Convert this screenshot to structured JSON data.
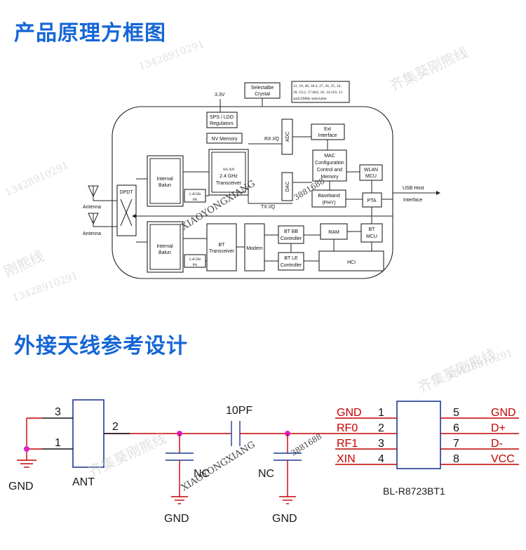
{
  "titles": {
    "block_diagram": "产品原理方框图",
    "antenna_design": "外接天线参考设计"
  },
  "block": {
    "v33": "3.3V",
    "crystal_l1": "Selectalbe",
    "crystal_l2": "Crystal",
    "freq_l1": "12, 18, 40, 38.4, 27, 26, 25, 24,",
    "freq_l2": "20, 19.2, 17.664, 16, 14.318, 13",
    "freq_l3": "and12MHz selectable",
    "sps_l1": "SPS / LDO",
    "sps_l2": "Regulators",
    "nv": "NV Memory",
    "rxiq": "RX I/Q",
    "txiq": "TX I/Q",
    "adc": "ADC",
    "dac": "DAC",
    "ext_l1": "Ext",
    "ext_l2": "Interface",
    "mac_l1": "MAC",
    "mac_l2": "Configuration",
    "mac_l3": "Control and",
    "mac_l4": "Memory",
    "wlanmcu_l1": "WLAN",
    "wlanmcu_l2": "MCU",
    "bb_l1": "Baseband",
    "bb_l2": "(PHY)",
    "pta": "PTA",
    "usb_l1": "USB Host",
    "usb_l2": "Interface",
    "wlan_tr_l1": "WLAN",
    "wlan_tr_l2": "2.4 GHz",
    "wlan_tr_l3": "Transceiver",
    "pa1_l1": "2.4GHz",
    "pa1_l2": "PA",
    "pa2_l1": "2.4GHz",
    "pa2_l2": "PA",
    "balun1_l1": "Internal",
    "balun1_l2": "Balun",
    "balun2_l1": "Internal",
    "balun2_l2": "Balun",
    "dpdt": "DPDT",
    "antenna1": "Antenna",
    "antenna2": "Antenna",
    "bt_tr_l1": "BT",
    "bt_tr_l2": "Transceiver",
    "modem": "Modem",
    "btbb_l1": "BT BB",
    "btbb_l2": "Controller",
    "btle_l1": "BT LE",
    "btle_l2": "Controller",
    "ram": "RAM",
    "btmcu_l1": "BT",
    "btmcu_l2": "MCU",
    "hci": "HCI"
  },
  "schematic": {
    "ant_pin3": "3",
    "ant_pin1": "1",
    "ant_pin2": "2",
    "ant_label": "ANT",
    "gnd_left": "GND",
    "cap_value": "10PF",
    "nc1": "NC",
    "nc2": "NC",
    "gnd_mid": "GND",
    "gnd_right": "GND",
    "chip_label": "BL-R8723BT1",
    "left_pins": [
      {
        "net": "GND",
        "num": "1"
      },
      {
        "net": "RF0",
        "num": "2"
      },
      {
        "net": "RF1",
        "num": "3"
      },
      {
        "net": "XIN",
        "num": "4"
      }
    ],
    "right_pins": [
      {
        "num": "5",
        "net": "GND"
      },
      {
        "num": "6",
        "net": "D+"
      },
      {
        "num": "7",
        "net": "D-"
      },
      {
        "num": "8",
        "net": "VCC"
      }
    ]
  },
  "watermarks": {
    "brand": "XIAOYONGXIANG",
    "phone_a": "13428910291",
    "phone_b": "3881688",
    "cn": "齐集葵刚熊线",
    "cn2": "刚熊线"
  }
}
